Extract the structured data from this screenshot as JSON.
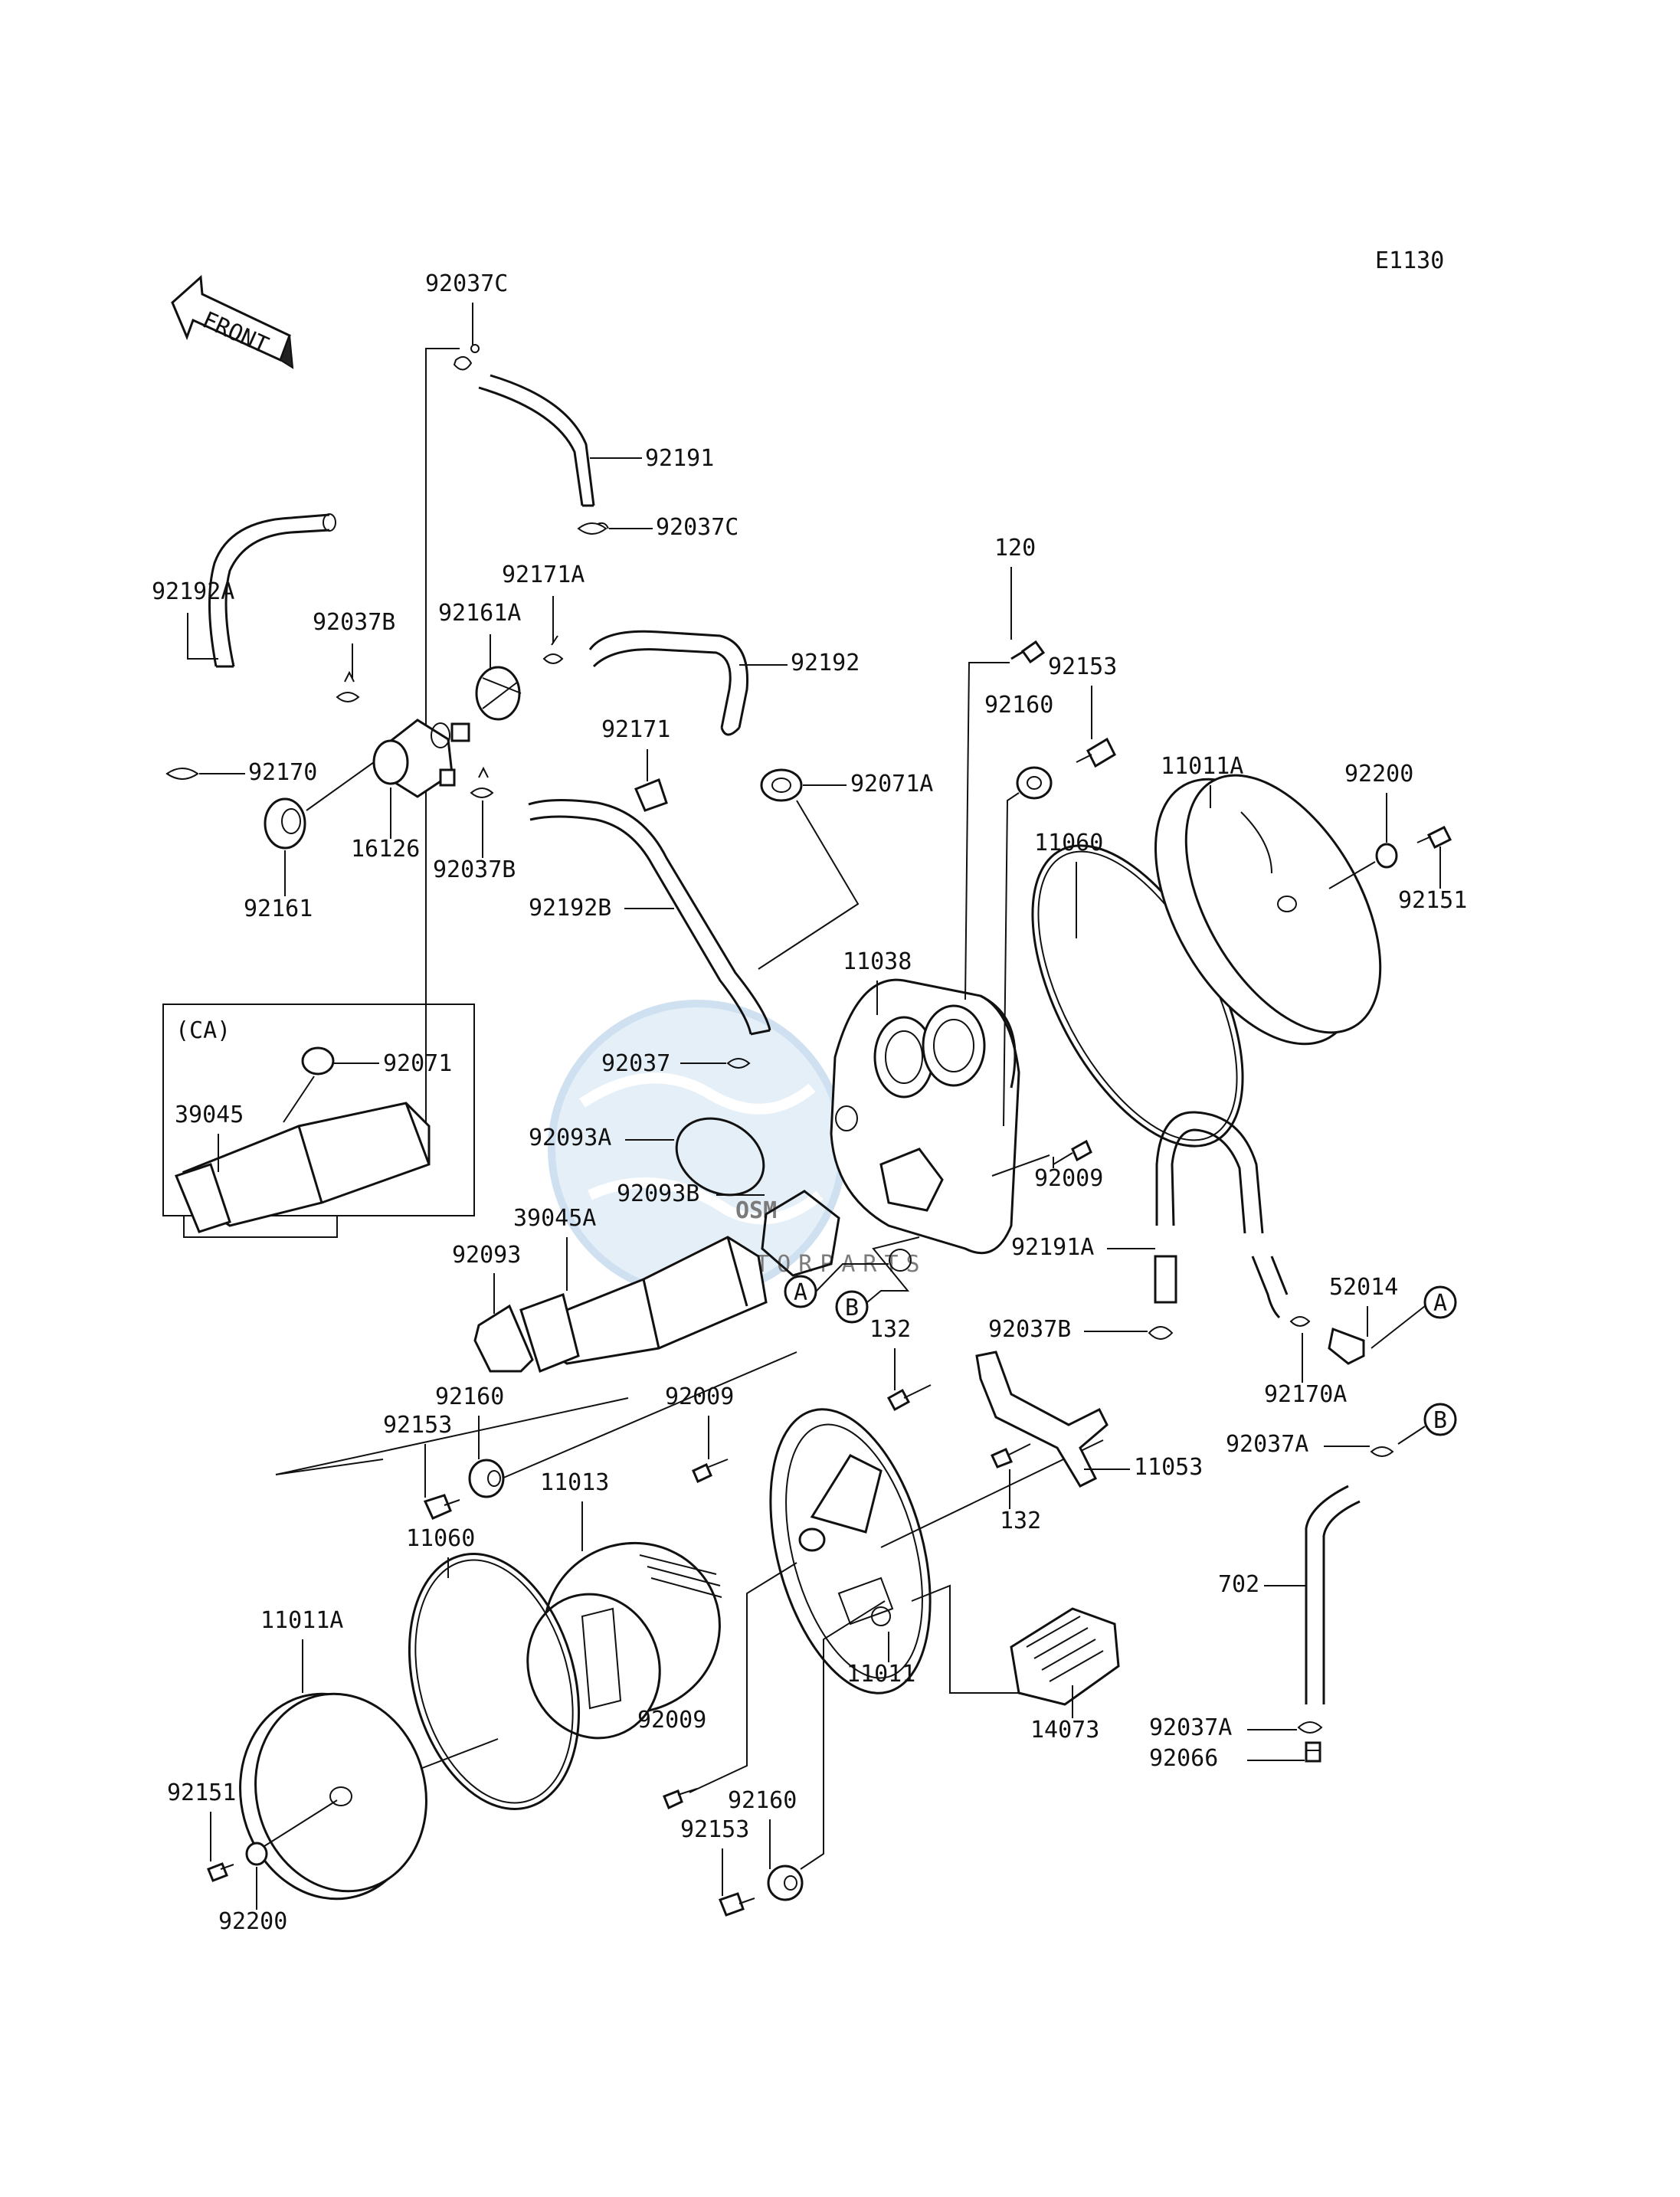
{
  "figure_code": "E1130",
  "direction_arrow": {
    "label": "FRONT"
  },
  "watermark": {
    "text": "OSM",
    "subtext": "MOTORPARTS"
  },
  "variant_box": {
    "label": "(CA)"
  },
  "reference_markers": {
    "a": "A",
    "b": "B"
  },
  "parts": {
    "p92037C_top": "92037C",
    "p92191": "92191",
    "p92037C_mid": "92037C",
    "p92192A": "92192A",
    "p92037B_left": "92037B",
    "p92171A": "92171A",
    "p92161A": "92161A",
    "p92192": "92192",
    "p120": "120",
    "p92153_top": "92153",
    "p92160_top": "92160",
    "p92171": "92171",
    "p92071A": "92071A",
    "p92170": "92170",
    "p16126": "16126",
    "p92037B_lower": "92037B",
    "p92161": "92161",
    "p11011A_top": "11011A",
    "p92200_top": "92200",
    "p11060_top": "11060",
    "p92151_top": "92151",
    "p92192B": "92192B",
    "p11038": "11038",
    "p92071": "92071",
    "p39045": "39045",
    "p92037": "92037",
    "p92093A": "92093A",
    "p92009_right": "92009",
    "p92093B": "92093B",
    "p39045A": "39045A",
    "p92093": "92093",
    "p92191A": "92191A",
    "p52014": "52014",
    "p92037B_right": "92037B",
    "p132_top": "132",
    "p92170A": "92170A",
    "p92160_mid": "92160",
    "p92009_mid": "92009",
    "p92153_mid": "92153",
    "p92037A_top": "92037A",
    "p11053": "11053",
    "p11013": "11013",
    "p132_bottom": "132",
    "p11060_bottom": "11060",
    "p702": "702",
    "p11011A_bottom": "11011A",
    "p11011": "11011",
    "p14073": "14073",
    "p92009_bottom": "92009",
    "p92037A_bottom": "92037A",
    "p92066": "92066",
    "p92160_bottom": "92160",
    "p92151_bottom": "92151",
    "p92153_bottom": "92153",
    "p92200_bottom": "92200"
  }
}
